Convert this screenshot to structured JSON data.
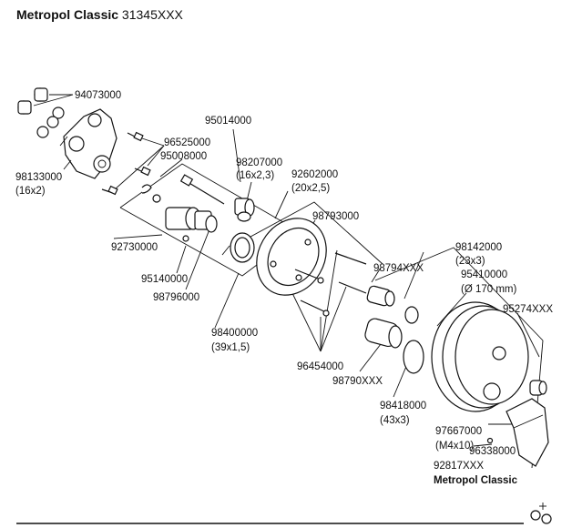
{
  "title": {
    "model": "Metropol Classic",
    "number": "31345XXX"
  },
  "labels": [
    {
      "key": "94073000",
      "text": "94073000"
    },
    {
      "key": "98133000",
      "text": "98133000"
    },
    {
      "key": "98133000_size",
      "text": "(16x2)"
    },
    {
      "key": "96525000",
      "text": "96525000"
    },
    {
      "key": "95008000",
      "text": "95008000"
    },
    {
      "key": "95014000",
      "text": "95014000"
    },
    {
      "key": "98207000",
      "text": "98207000"
    },
    {
      "key": "98207000_size",
      "text": "(16x2,3)"
    },
    {
      "key": "92602000",
      "text": "92602000"
    },
    {
      "key": "92602000_size",
      "text": "(20x2,5)"
    },
    {
      "key": "98793000",
      "text": "98793000"
    },
    {
      "key": "92730000",
      "text": "92730000"
    },
    {
      "key": "95140000",
      "text": "95140000"
    },
    {
      "key": "98796000",
      "text": "98796000"
    },
    {
      "key": "98142000",
      "text": "98142000"
    },
    {
      "key": "98142000_size",
      "text": "(23x3)"
    },
    {
      "key": "98794XXX",
      "text": "98794XXX"
    },
    {
      "key": "95410000",
      "text": "95410000"
    },
    {
      "key": "95410000_size",
      "text": "(Ø 170 mm)"
    },
    {
      "key": "95274XXX",
      "text": "95274XXX"
    },
    {
      "key": "98400000",
      "text": "98400000"
    },
    {
      "key": "98400000_size",
      "text": "(39x1,5)"
    },
    {
      "key": "96454000",
      "text": "96454000"
    },
    {
      "key": "98790XXX",
      "text": "98790XXX"
    },
    {
      "key": "98418000",
      "text": "98418000"
    },
    {
      "key": "98418000_size",
      "text": "(43x3)"
    },
    {
      "key": "97667000",
      "text": "97667000"
    },
    {
      "key": "97667000_size",
      "text": "(M4x10)"
    },
    {
      "key": "96338000",
      "text": "96338000"
    },
    {
      "key": "92817XXX",
      "text": "92817XXX"
    },
    {
      "key": "handle_model",
      "text": "Metropol Classic"
    }
  ]
}
